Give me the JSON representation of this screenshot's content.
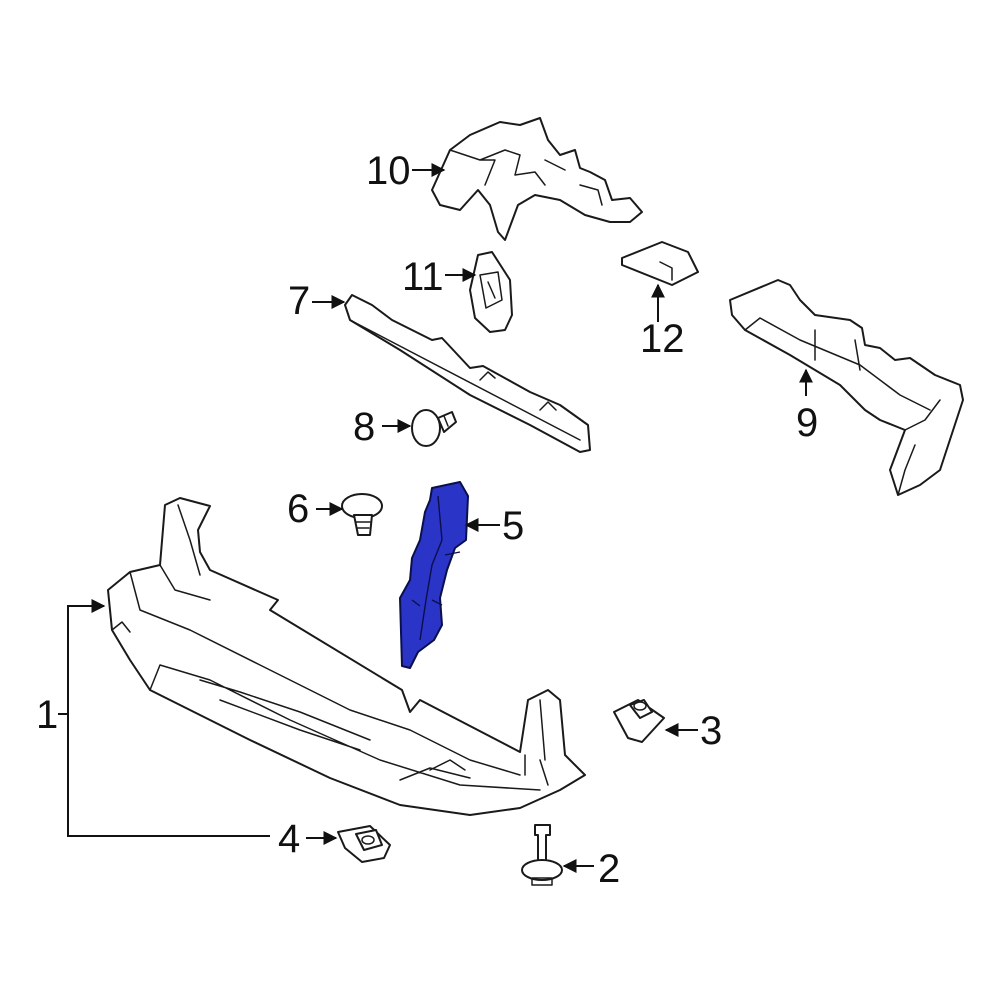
{
  "diagram": {
    "callouts": [
      {
        "id": "1",
        "text": "1"
      },
      {
        "id": "2",
        "text": "2"
      },
      {
        "id": "3",
        "text": "3"
      },
      {
        "id": "4",
        "text": "4"
      },
      {
        "id": "5",
        "text": "5"
      },
      {
        "id": "6",
        "text": "6"
      },
      {
        "id": "7",
        "text": "7"
      },
      {
        "id": "8",
        "text": "8"
      },
      {
        "id": "9",
        "text": "9"
      },
      {
        "id": "10",
        "text": "10"
      },
      {
        "id": "11",
        "text": "11"
      },
      {
        "id": "12",
        "text": "12"
      }
    ],
    "colors": {
      "highlight": "#2a35c8",
      "line": "#1a1a1a",
      "background": "#ffffff"
    }
  }
}
